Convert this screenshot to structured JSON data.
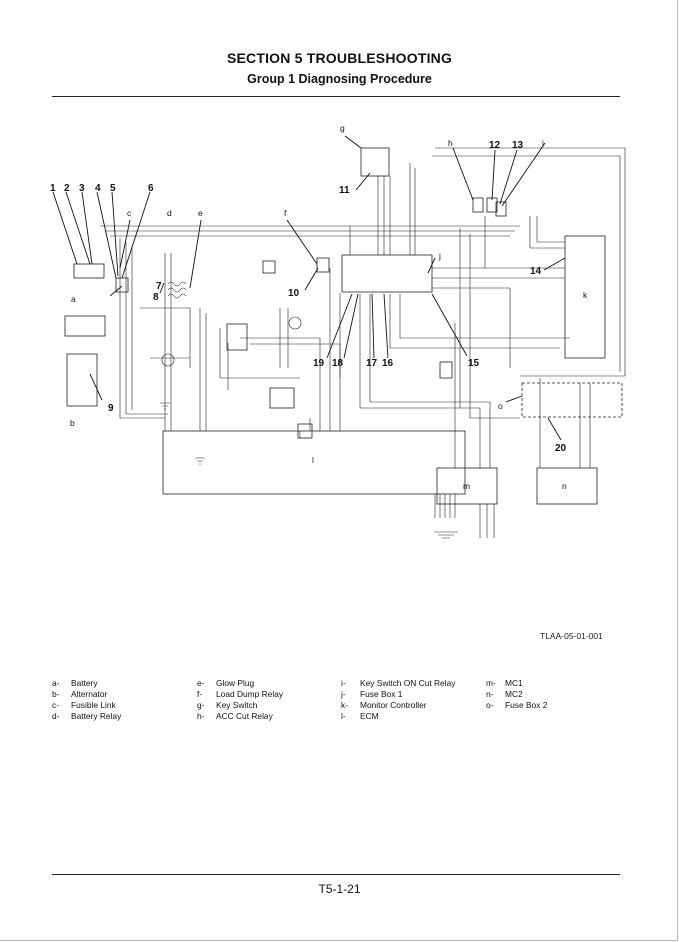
{
  "header": {
    "section_title": "SECTION 5 TROUBLESHOOTING",
    "group_title": "Group 1 Diagnosing Procedure"
  },
  "diagram": {
    "figure_code": "TLAA-05-01-001",
    "callouts": [
      "1",
      "2",
      "3",
      "4",
      "5",
      "6",
      "7",
      "8",
      "9",
      "10",
      "11",
      "12",
      "13",
      "14",
      "15",
      "16",
      "17",
      "18",
      "19",
      "20"
    ],
    "letters": [
      "a",
      "b",
      "c",
      "d",
      "e",
      "f",
      "g",
      "h",
      "i",
      "j",
      "k",
      "l",
      "m",
      "n",
      "o"
    ]
  },
  "legend": {
    "col1": [
      {
        "key": "a-",
        "label": "Battery"
      },
      {
        "key": "b-",
        "label": "Alternator"
      },
      {
        "key": "c-",
        "label": "Fusible Link"
      },
      {
        "key": "d-",
        "label": "Battery Relay"
      }
    ],
    "col2": [
      {
        "key": "e-",
        "label": "Glow Plug"
      },
      {
        "key": "f-",
        "label": "Load Dump Relay"
      },
      {
        "key": "g-",
        "label": "Key Switch"
      },
      {
        "key": "h-",
        "label": "ACC Cut Relay"
      }
    ],
    "col3": [
      {
        "key": "i-",
        "label": "Key Switch ON Cut Relay"
      },
      {
        "key": "j-",
        "label": "Fuse Box 1"
      },
      {
        "key": "k-",
        "label": "Monitor Controller"
      },
      {
        "key": "l-",
        "label": "ECM"
      }
    ],
    "col4": [
      {
        "key": "m-",
        "label": "MC1"
      },
      {
        "key": "n-",
        "label": "MC2"
      },
      {
        "key": "o-",
        "label": "Fuse Box 2"
      }
    ]
  },
  "footer": {
    "page_number": "T5-1-21"
  }
}
